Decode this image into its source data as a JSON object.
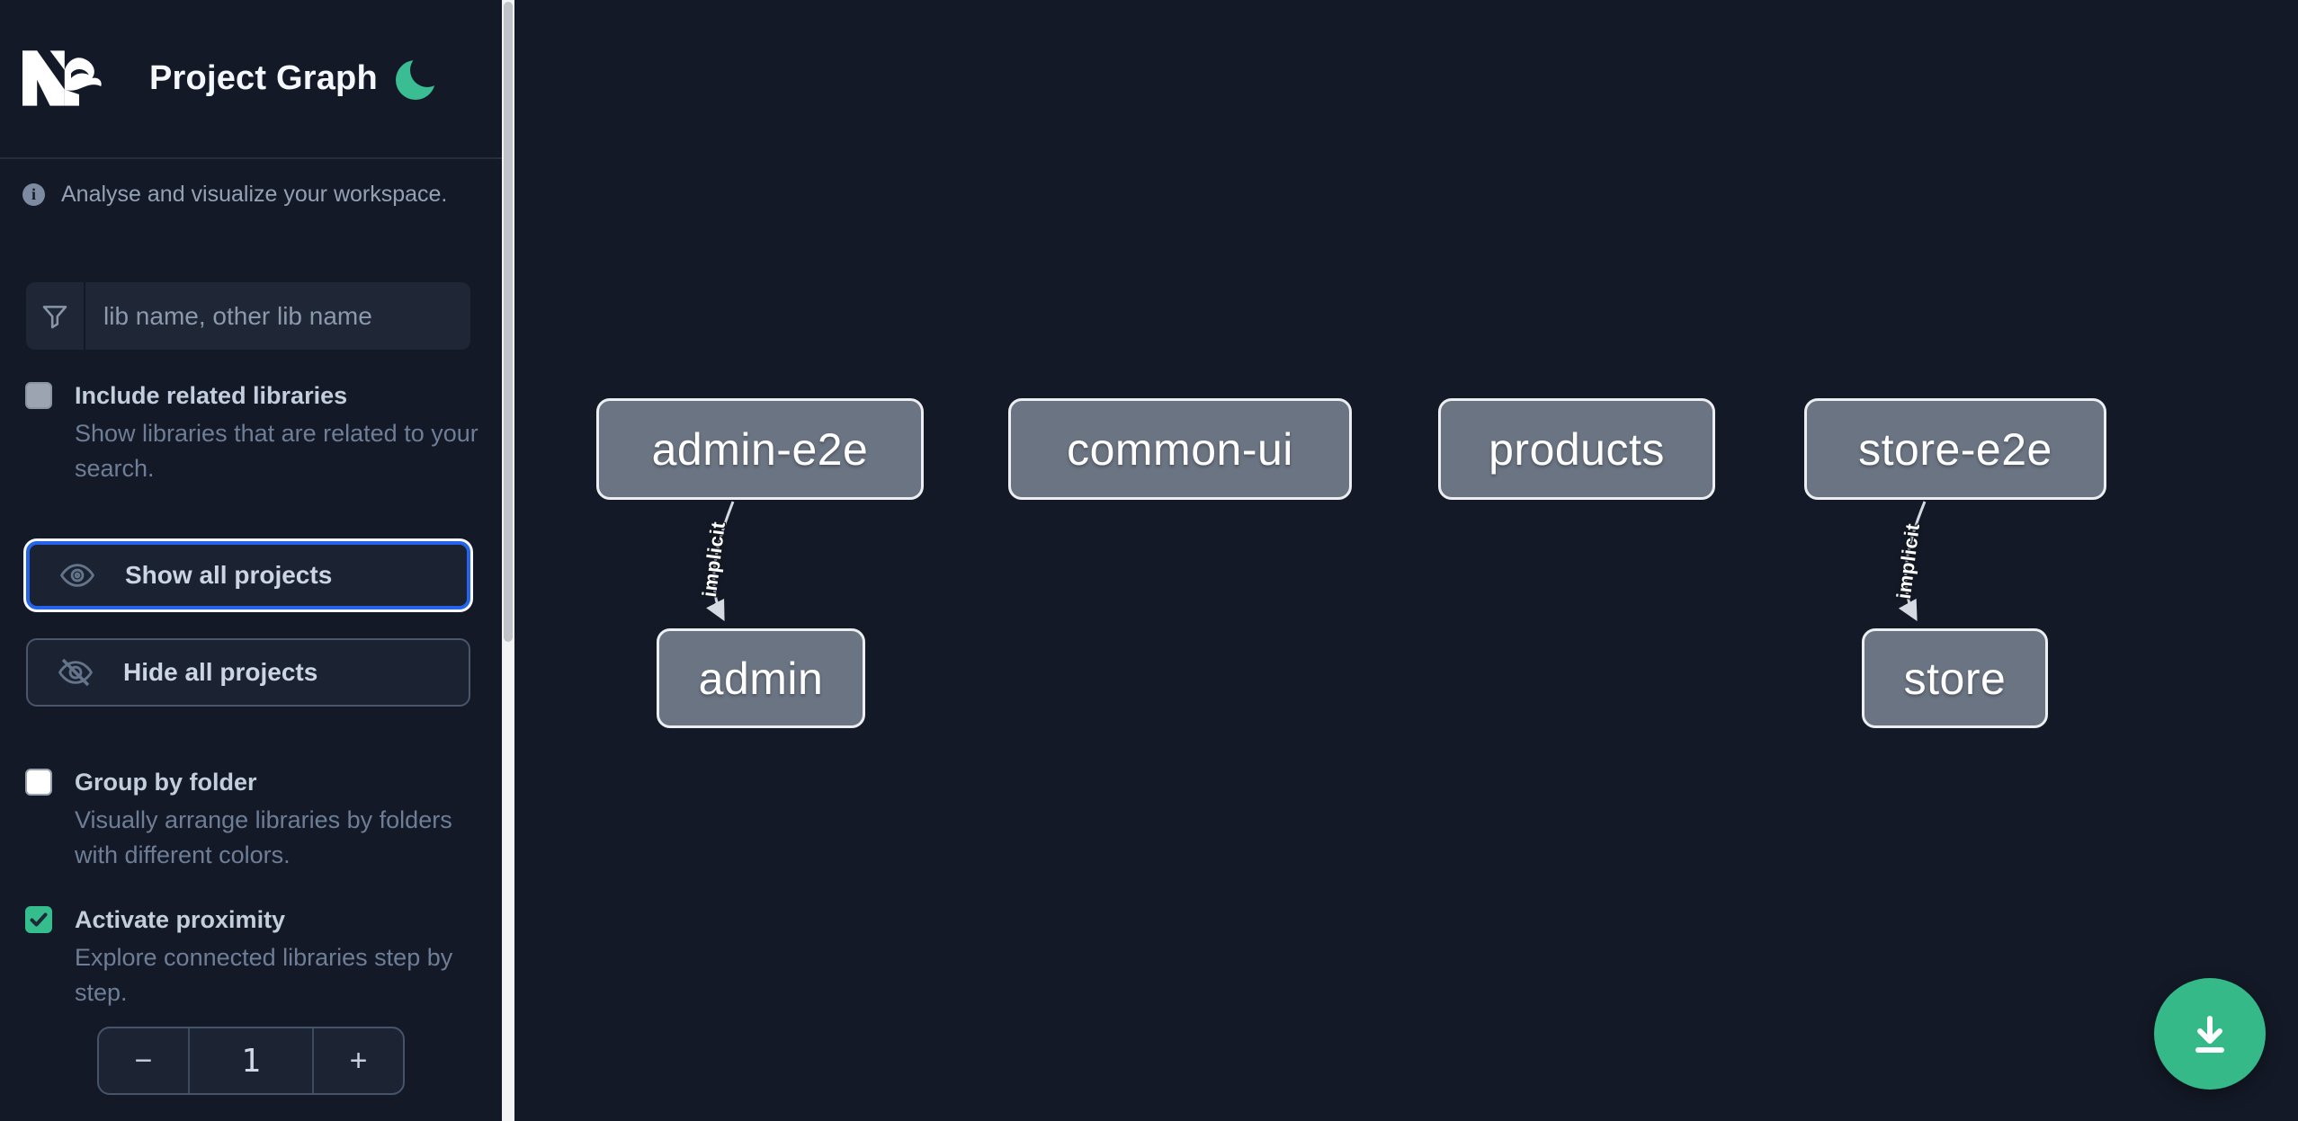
{
  "sidebar": {
    "app": {
      "logo": "Nx",
      "title": "Project Graph"
    },
    "theme_toggle": {
      "mode_icon": "moon"
    },
    "tagline": "Analyse and visualize your workspace.",
    "filter": {
      "placeholder": "lib name, other lib name",
      "value": "",
      "icon": "funnel"
    },
    "options": [
      {
        "id": "include-related-libraries",
        "label": "Include related libraries",
        "description": "Show libraries that are related to your search.",
        "checked": false
      },
      {
        "id": "group-by-folder",
        "label": "Group by folder",
        "description": "Visually arrange libraries by folders with different colors.",
        "checked": false
      },
      {
        "id": "activate-proximity",
        "label": "Activate proximity",
        "description": "Explore connected libraries step by step.",
        "checked": true
      }
    ],
    "actions": [
      {
        "id": "show-all-projects",
        "label": "Show all projects",
        "icon": "eye",
        "focused": true
      },
      {
        "id": "hide-all-projects",
        "label": "Hide all projects",
        "icon": "eye-off",
        "focused": false
      }
    ],
    "stepper": {
      "decrement": "−",
      "value": "1",
      "increment": "+"
    }
  },
  "graph": {
    "nodes": [
      {
        "id": "admin-e2e",
        "label": "admin-e2e"
      },
      {
        "id": "common-ui",
        "label": "common-ui"
      },
      {
        "id": "products",
        "label": "products"
      },
      {
        "id": "store-e2e",
        "label": "store-e2e"
      },
      {
        "id": "admin",
        "label": "admin"
      },
      {
        "id": "store",
        "label": "store"
      }
    ],
    "edges": [
      {
        "source": "admin-e2e",
        "target": "admin",
        "label": "implicit"
      },
      {
        "source": "store-e2e",
        "target": "store",
        "label": "implicit"
      }
    ]
  },
  "fab": {
    "action": "download-graph-image",
    "icon": "download"
  },
  "colors": {
    "background": "#141927",
    "accent_green": "#35b989",
    "focus_blue": "#2563eb",
    "node_fill": "#6b7482",
    "node_border": "#eceef1",
    "edge": "#d5dae2",
    "checkbox_checked": "#35bd8d"
  }
}
